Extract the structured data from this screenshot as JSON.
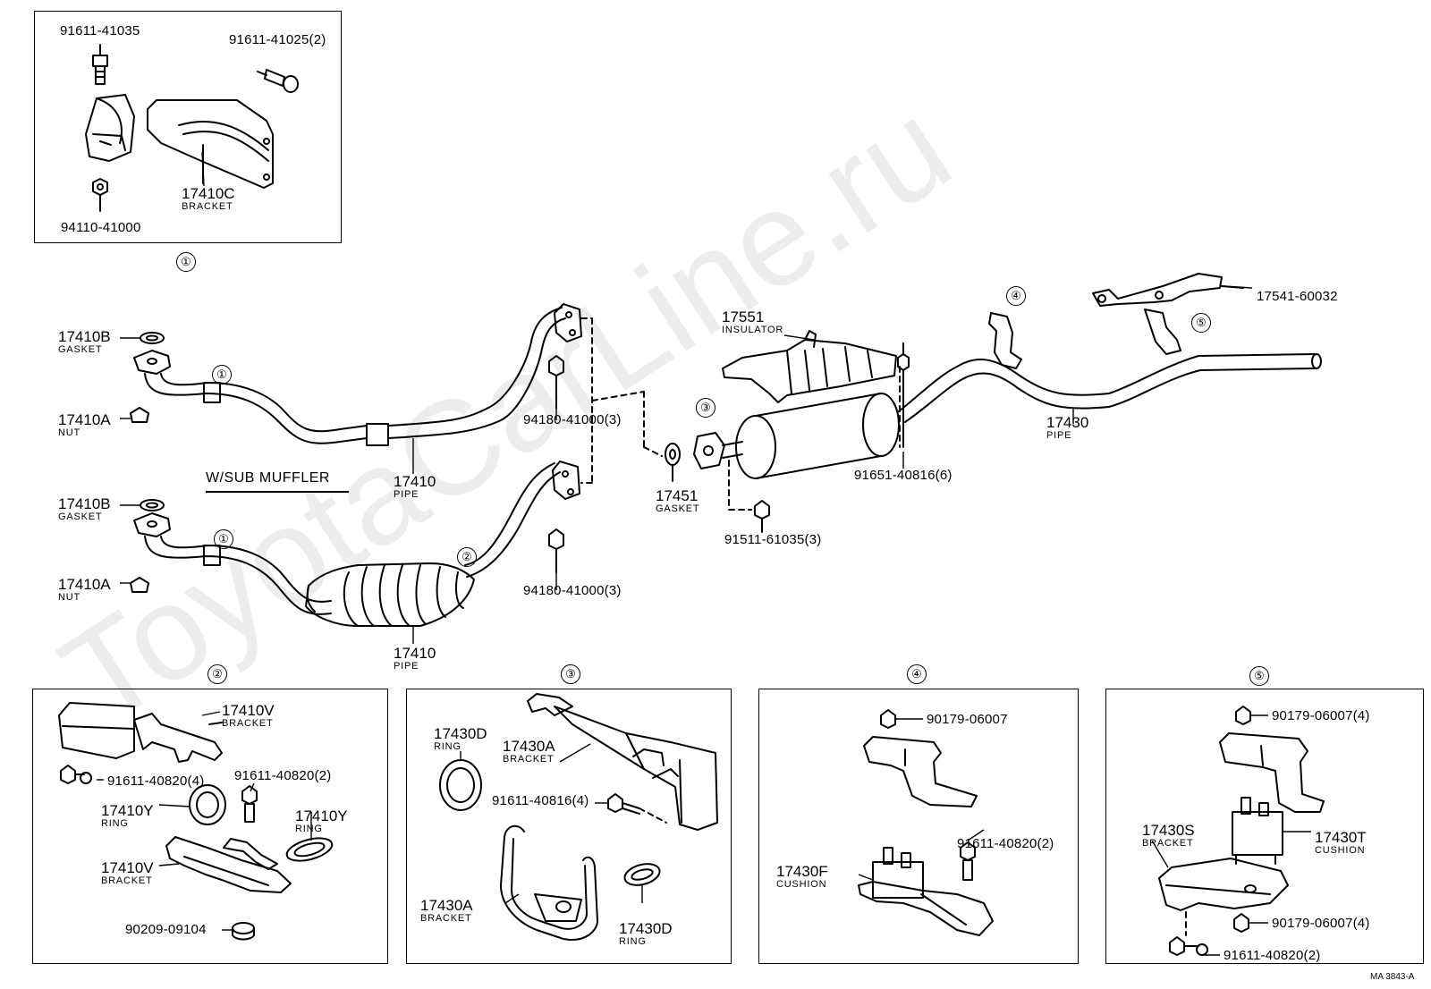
{
  "watermark": "ToyotaCarLine.ru",
  "reference": "MA 3843-A",
  "variant_label": "W/SUB MUFFLER",
  "callouts": [
    "①",
    "②",
    "③",
    "④",
    "⑤"
  ],
  "inset1": {
    "bolt_a": "91611-41035",
    "bolt_b": "91611-41025(2)",
    "bracket_no": "17410C",
    "bracket_name": "BRACKET",
    "nut": "94110-41000"
  },
  "main": {
    "gasket_top_no": "17410B",
    "gasket_top_name": "GASKET",
    "nut_top_no": "17410A",
    "nut_top_name": "NUT",
    "gasket_bot_no": "17410B",
    "gasket_bot_name": "GASKET",
    "nut_bot_no": "17410A",
    "nut_bot_name": "NUT",
    "pipe_top_no": "17410",
    "pipe_top_name": "PIPE",
    "pipe_bot_no": "17410",
    "pipe_bot_name": "PIPE",
    "nut_set_top": "94180-41000(3)",
    "nut_set_bot": "94180-41000(3)",
    "gasket_no": "17451",
    "gasket_name": "GASKET",
    "insulator_no": "17551",
    "insulator_name": "INSULATOR",
    "screw": "91651-40816(6)",
    "bolt": "91511-61035(3)",
    "tail_pipe_no": "17430",
    "tail_pipe_name": "PIPE",
    "hanger": "17541-60032"
  },
  "inset2": {
    "bracket_v_no": "17410V",
    "bracket_v_name": "BRACKET",
    "bolt_4": "91611-40820(4)",
    "bolt_2": "91611-40820(2)",
    "ring_y_no": "17410Y",
    "ring_y_name": "RING",
    "ring_y2_no": "17410Y",
    "ring_y2_name": "RING",
    "bracket_v2_no": "17410V",
    "bracket_v2_name": "BRACKET",
    "washer": "90209-09104"
  },
  "inset3": {
    "ring_d_no": "17430D",
    "ring_d_name": "RING",
    "bracket_a_no": "17430A",
    "bracket_a_name": "BRACKET",
    "bolt": "91611-40816(4)",
    "bracket_a2_no": "17430A",
    "bracket_a2_name": "BRACKET",
    "ring_d2_no": "17430D",
    "ring_d2_name": "RING"
  },
  "inset4": {
    "nut": "90179-06007",
    "bolt": "91611-40820(2)",
    "cushion_no": "17430F",
    "cushion_name": "CUSHION"
  },
  "inset5": {
    "nut_top": "90179-06007(4)",
    "bracket_no": "17430S",
    "bracket_name": "BRACKET",
    "cushion_no": "17430T",
    "cushion_name": "CUSHION",
    "nut_bot": "90179-06007(4)",
    "bolt": "91611-40820(2)"
  }
}
